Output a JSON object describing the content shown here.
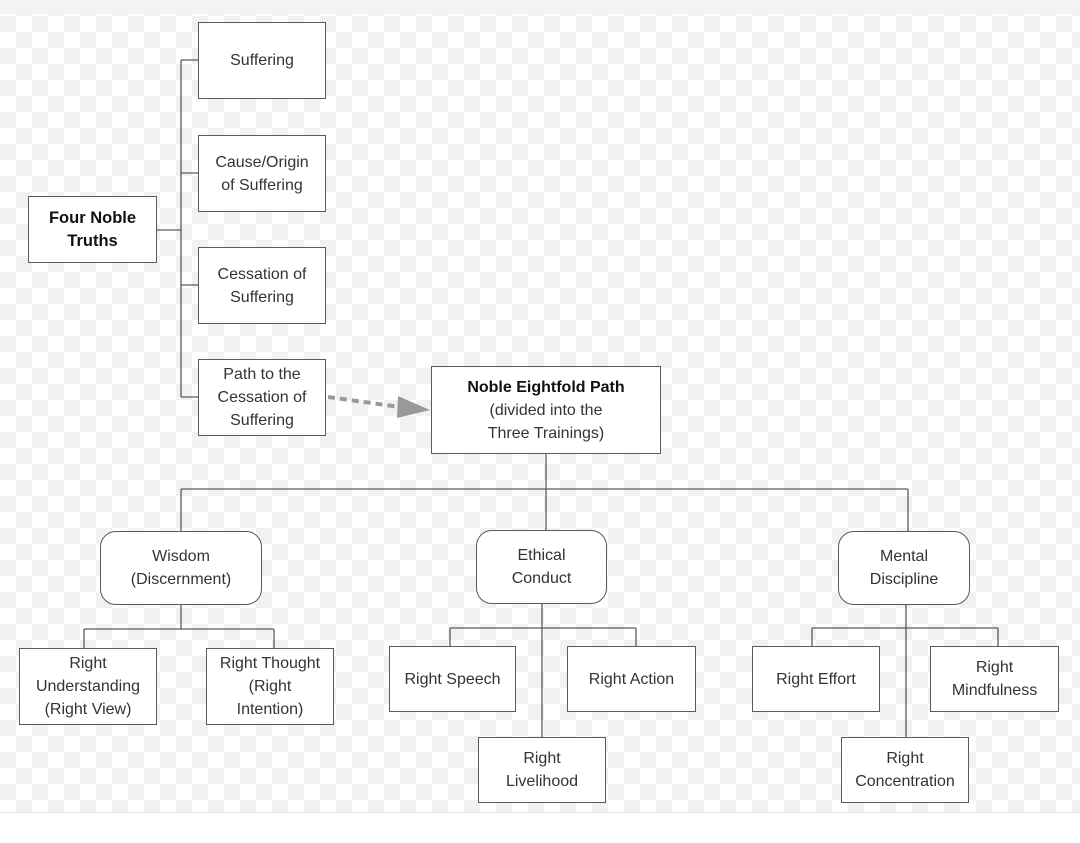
{
  "diagram": {
    "root": {
      "label": "Four Noble\nTruths"
    },
    "truths": [
      {
        "label": "Suffering"
      },
      {
        "label": "Cause/Origin\nof Suffering"
      },
      {
        "label": "Cessation of\nSuffering"
      },
      {
        "label": "Path to the\nCessation of\nSuffering"
      }
    ],
    "path": {
      "title": "Noble Eightfold Path",
      "subtitle": "(divided into the\nThree Trainings)"
    },
    "trainings": [
      {
        "label": "Wisdom\n(Discernment)"
      },
      {
        "label": "Ethical\nConduct"
      },
      {
        "label": "Mental\nDiscipline"
      }
    ],
    "practices": {
      "wisdom": [
        {
          "label": "Right\nUnderstanding\n(Right View)"
        },
        {
          "label": "Right Thought\n(Right\nIntention)"
        }
      ],
      "ethical": [
        {
          "label": "Right Speech"
        },
        {
          "label": "Right Action"
        },
        {
          "label": "Right\nLivelihood"
        }
      ],
      "mental": [
        {
          "label": "Right Effort"
        },
        {
          "label": "Right\nMindfulness"
        },
        {
          "label": "Right\nConcentration"
        }
      ]
    },
    "colors": {
      "line": "#5a5a5a",
      "dashed_arrow": "#999999"
    }
  }
}
